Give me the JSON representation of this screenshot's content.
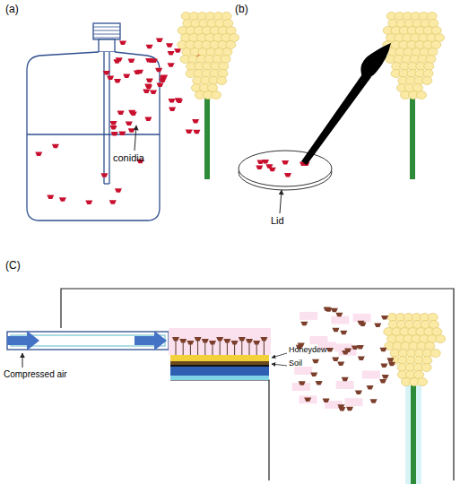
{
  "diagram": {
    "labels": [
      "(a)",
      "conidia",
      "(b)",
      "Lid",
      "(C)",
      "Compressed air",
      "Honeydew",
      "Soil"
    ]
  }
}
